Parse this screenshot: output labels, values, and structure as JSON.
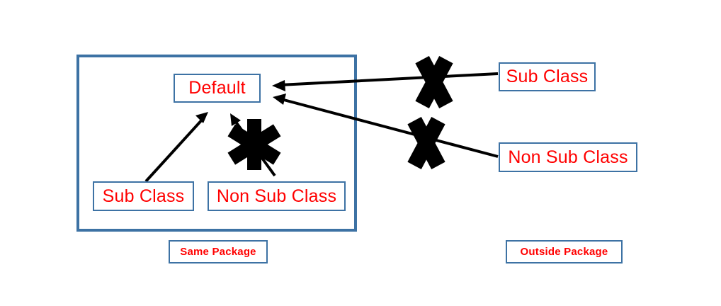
{
  "diagram": {
    "title_context": "Java default access modifier visibility diagram",
    "colors": {
      "border_blue": "#3d72a4",
      "text_red": "#ff0000",
      "connector_black": "#000000",
      "background": "#ffffff"
    },
    "package_containers": [
      {
        "name": "same-package",
        "label": "Same Package"
      },
      {
        "name": "outside-package",
        "label": "Outside Package"
      }
    ],
    "nodes": {
      "target": {
        "label": "Default"
      },
      "inside": [
        {
          "label": "Sub Class",
          "allowed": true
        },
        {
          "label": "Non Sub Class",
          "allowed": false
        }
      ],
      "outside": [
        {
          "label": "Sub Class",
          "allowed": false
        },
        {
          "label": "Non Sub Class",
          "allowed": false
        }
      ]
    },
    "connectors": [
      {
        "name": "inside-sub-class-arrow",
        "from": "Sub Class",
        "to": "Default",
        "blocked": false
      },
      {
        "name": "inside-non-sub-class-arrow",
        "from": "Non Sub Class",
        "to": "Default",
        "blocked": true
      },
      {
        "name": "outside-sub-class-arrow",
        "from": "Sub Class",
        "to": "Default",
        "blocked": true
      },
      {
        "name": "outside-non-sub-class-arrow",
        "from": "Non Sub Class",
        "to": "Default",
        "blocked": true
      }
    ]
  }
}
